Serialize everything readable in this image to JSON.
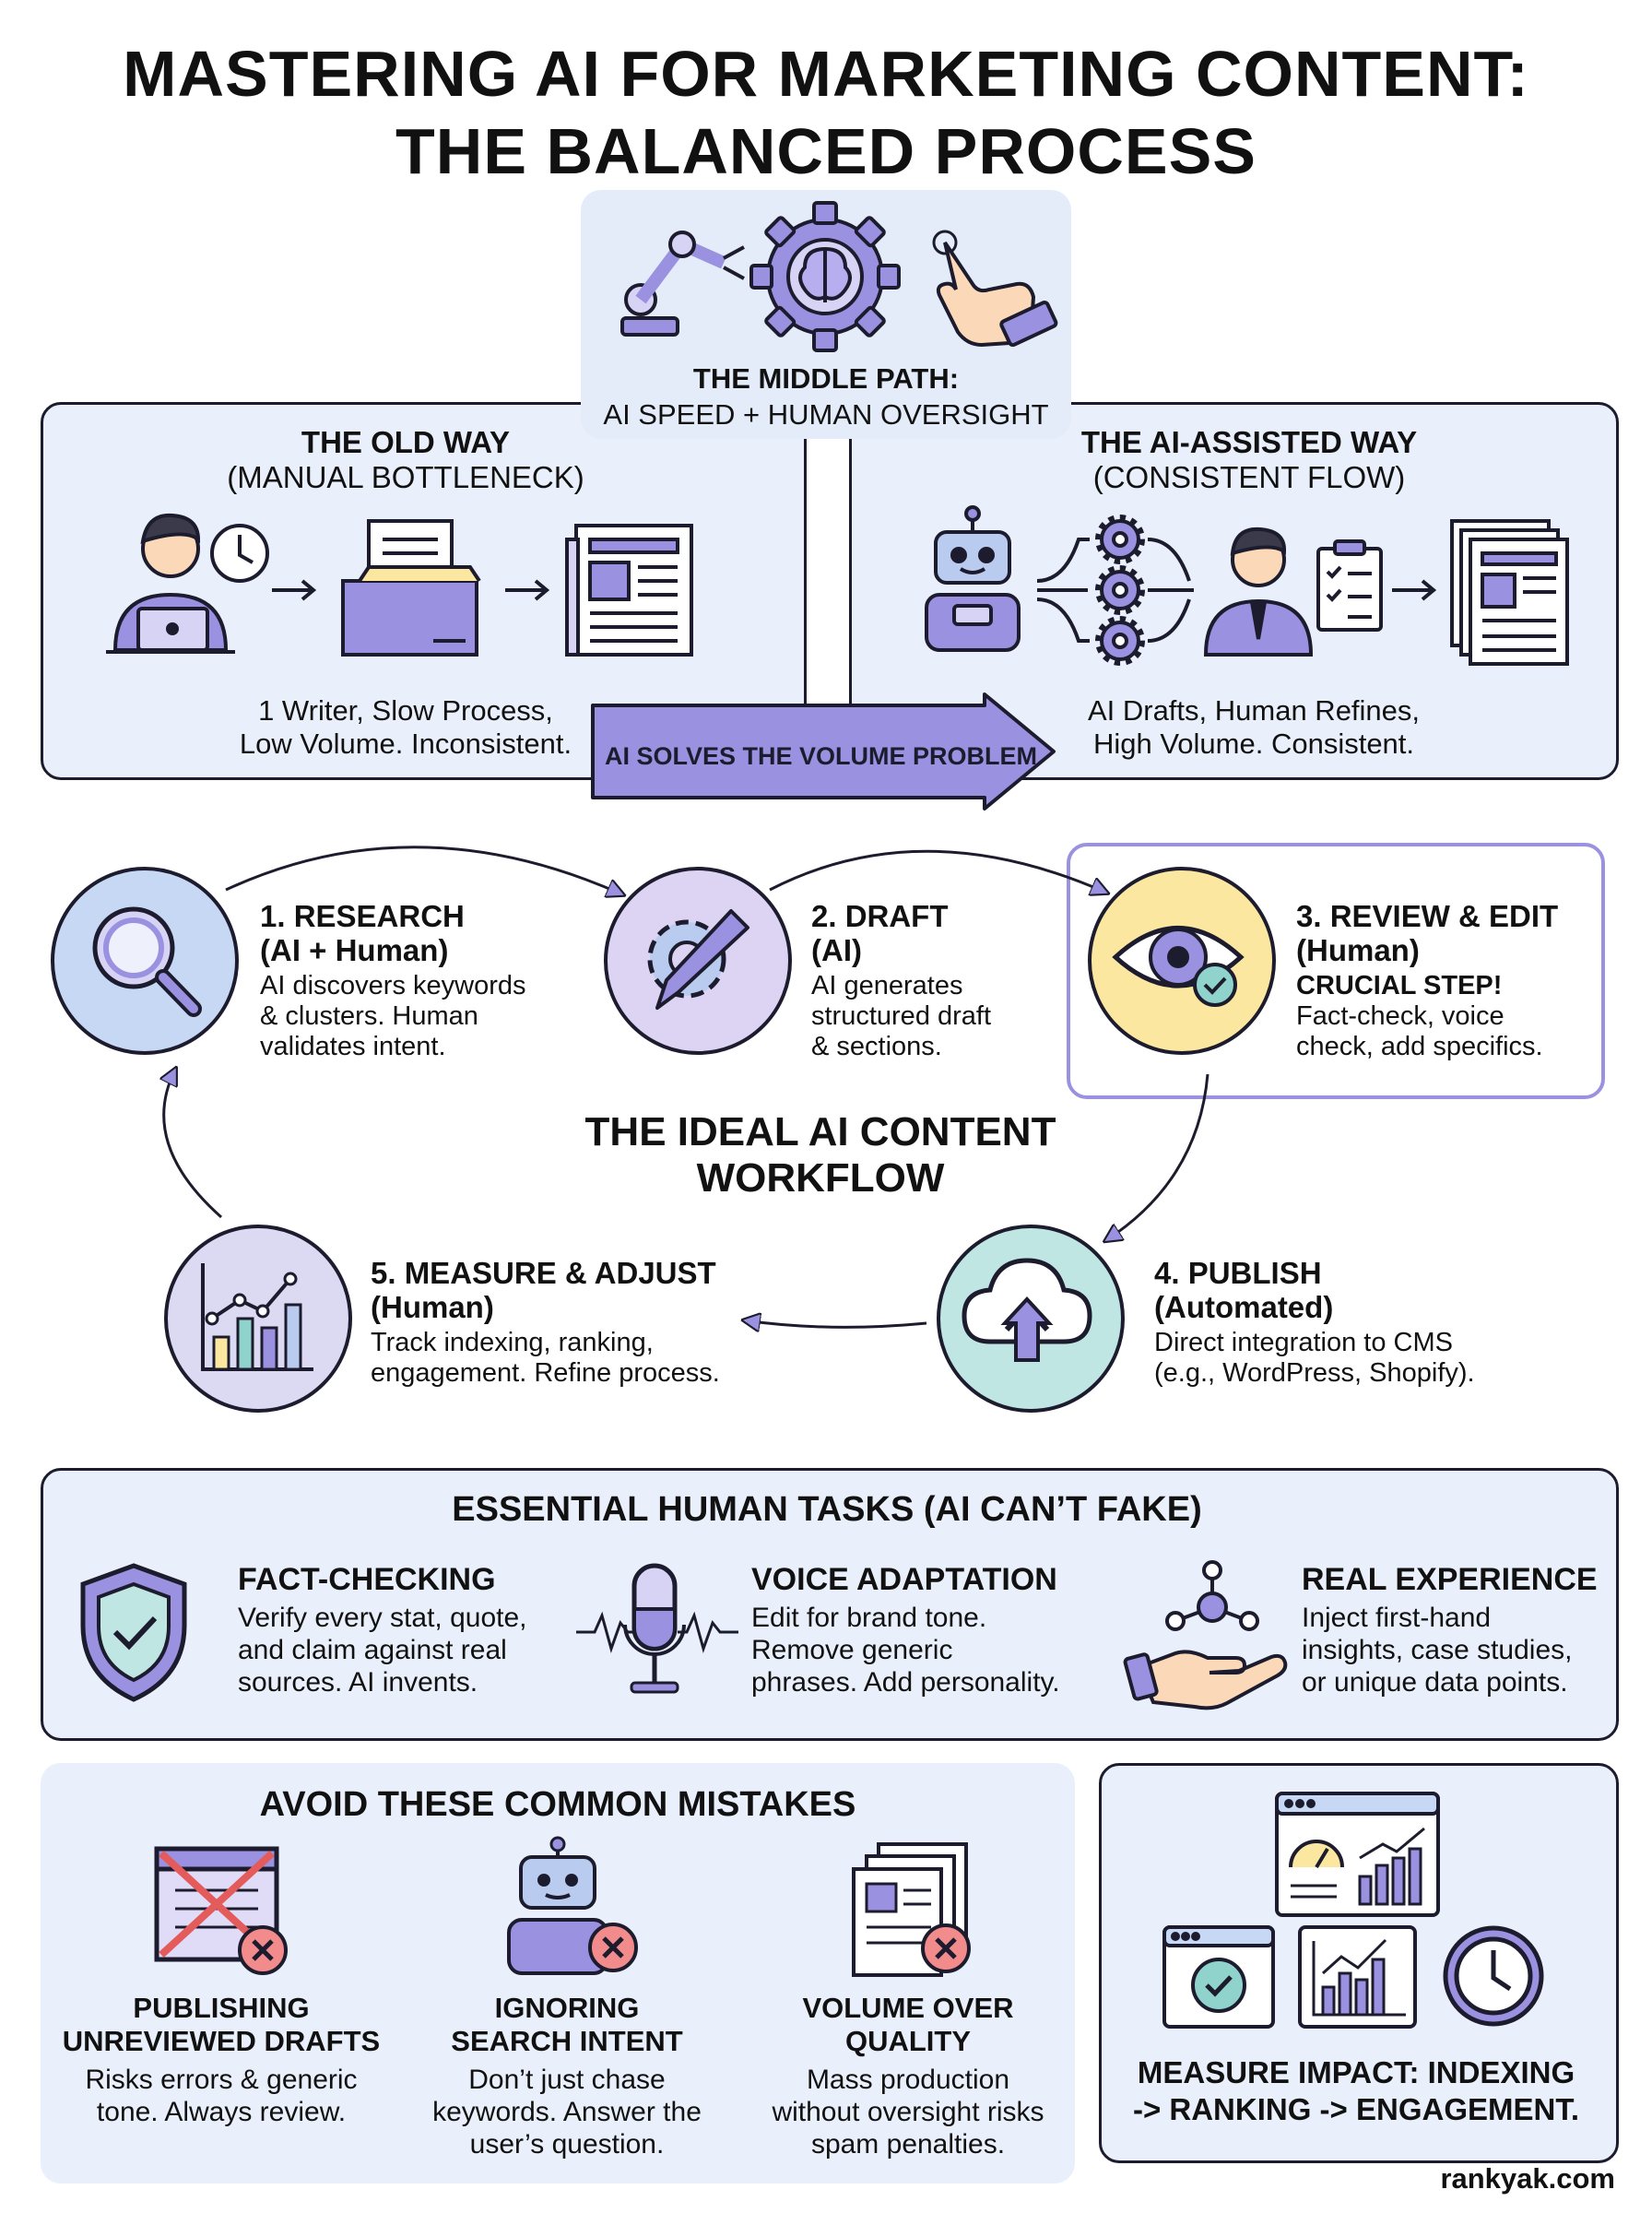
{
  "title": {
    "line1": "MASTERING AI FOR MARKETING CONTENT:",
    "line2": "THE BALANCED PROCESS"
  },
  "middle": {
    "title": "THE MIDDLE PATH:",
    "subtitle": "AI SPEED + HUMAN OVERSIGHT"
  },
  "old_way": {
    "title": "THE OLD WAY",
    "subtitle": "(MANUAL BOTTLENECK)",
    "desc1": "1 Writer, Slow Process,",
    "desc2": "Low Volume. Inconsistent."
  },
  "ai_way": {
    "title": "THE AI-ASSISTED WAY",
    "subtitle": "(CONSISTENT FLOW)",
    "desc1": "AI Drafts, Human Refines,",
    "desc2": "High Volume. Consistent."
  },
  "arrow_label": "AI SOLVES THE VOLUME PROBLEM",
  "workflow": {
    "center_line1": "THE IDEAL AI CONTENT",
    "center_line2": "WORKFLOW",
    "steps": [
      {
        "title": "1. RESEARCH",
        "role": "(AI + Human)",
        "lines": [
          "AI discovers keywords",
          "& clusters. Human",
          "validates intent."
        ],
        "icon": "magnifier-icon"
      },
      {
        "title": "2. DRAFT",
        "role": "(AI)",
        "lines": [
          "AI generates",
          "structured draft",
          "& sections."
        ],
        "icon": "gear-pen-icon"
      },
      {
        "title": "3. REVIEW & EDIT",
        "role": "(Human)",
        "emphasis": "CRUCIAL STEP!",
        "lines": [
          "Fact-check, voice",
          "check, add specifics."
        ],
        "icon": "eye-check-icon"
      },
      {
        "title": "4. PUBLISH",
        "role": "(Automated)",
        "lines": [
          "Direct integration to CMS",
          "(e.g., WordPress, Shopify)."
        ],
        "icon": "cloud-upload-icon"
      },
      {
        "title": "5. MEASURE & ADJUST",
        "role": "(Human)",
        "lines": [
          "Track indexing, ranking,",
          "engagement. Refine process."
        ],
        "icon": "bar-chart-icon"
      }
    ]
  },
  "human_tasks": {
    "title": "ESSENTIAL HUMAN TASKS (AI CAN’T FAKE)",
    "items": [
      {
        "title": "FACT-CHECKING",
        "lines": [
          "Verify every stat, quote,",
          "and claim against real",
          "sources. AI invents."
        ],
        "icon": "shield-check-icon"
      },
      {
        "title": "VOICE ADAPTATION",
        "lines": [
          "Edit for brand tone.",
          "Remove generic",
          "phrases. Add personality."
        ],
        "icon": "microphone-icon"
      },
      {
        "title": "REAL EXPERIENCE",
        "lines": [
          "Inject first-hand",
          "insights, case studies,",
          "or unique data points."
        ],
        "icon": "hand-network-icon"
      }
    ]
  },
  "mistakes": {
    "title": "AVOID THESE COMMON MISTAKES",
    "items": [
      {
        "title1": "PUBLISHING",
        "title2": "UNREVIEWED DRAFTS",
        "lines": [
          "Risks errors & generic",
          "tone. Always review."
        ],
        "icon": "crossed-document-icon"
      },
      {
        "title1": "IGNORING",
        "title2": "SEARCH INTENT",
        "lines": [
          "Don’t just chase",
          "keywords. Answer the",
          "user’s question."
        ],
        "icon": "robot-x-icon"
      },
      {
        "title1": "VOLUME OVER",
        "title2": "QUALITY",
        "lines": [
          "Mass production",
          "without oversight risks",
          "spam penalties."
        ],
        "icon": "documents-x-icon"
      }
    ]
  },
  "impact": {
    "line1": "MEASURE IMPACT: INDEXING",
    "line2": "-> RANKING -> ENGAGEMENT."
  },
  "footer": "rankyak.com",
  "colors": {
    "panel_bg": "#e9f0fb",
    "purple": "#9a91e0",
    "dark_purple": "#6e63c7",
    "outline": "#1c1c2e",
    "yellow": "#fbe7a0",
    "teal": "#bfe6e3"
  }
}
